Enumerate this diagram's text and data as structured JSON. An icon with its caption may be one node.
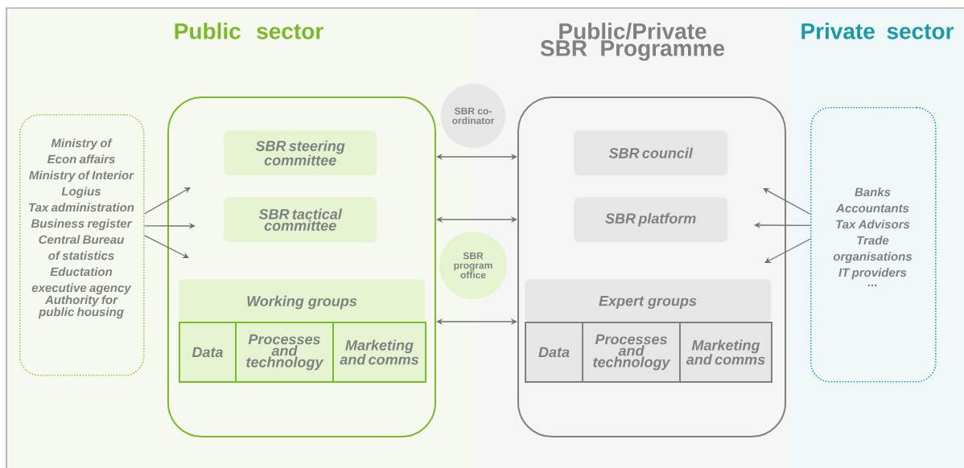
{
  "diagram": {
    "nodes": [
      {
        "text": [
          "Public sector"
        ]
      },
      {
        "text": [
          "Public/Private SBR Programme"
        ]
      },
      {
        "text": [
          "Private sector"
        ]
      },
      {
        "text": [
          "Ministry of Econ affairs",
          "Ministry of Interior",
          "Logius",
          "Tax administration",
          "Business register",
          "Central Bureau of statistics",
          "Eductation executive agency",
          "Authority for public housing"
        ],
        "in": 0
      },
      {
        "text": [],
        "shape": "box",
        "in": 0
      },
      {
        "text": [
          "SBR steering committee"
        ],
        "in": 4
      },
      {
        "text": [
          "SBR tactical committee"
        ],
        "in": 4
      },
      {
        "text": [
          "Working groups"
        ],
        "in": 4
      },
      {
        "text": [
          "Data"
        ],
        "in": 4
      },
      {
        "text": [
          "Processes and technology"
        ],
        "in": 4
      },
      {
        "text": [
          "Marketing and comms"
        ],
        "in": 4
      },
      {
        "text": [
          "SBR co-ordinator"
        ]
      },
      {
        "text": [
          "SBR program office"
        ]
      },
      {
        "text": [],
        "shape": "box",
        "in": 1
      },
      {
        "text": [
          "SBR council"
        ],
        "in": 13
      },
      {
        "text": [
          "SBR platform"
        ],
        "in": 13
      },
      {
        "text": [
          "Expert groups"
        ],
        "in": 13
      },
      {
        "text": [
          "Data"
        ],
        "in": 13
      },
      {
        "text": [
          "Processes and technology"
        ],
        "in": 13
      },
      {
        "text": [
          "Marketing and comms"
        ],
        "in": 13
      },
      {
        "text": [
          "Banks",
          "Accountants",
          "Tax Advisors",
          "Trade organisations",
          "IT providers",
          "..."
        ],
        "in": 2
      }
    ],
    "edges": [
      {
        "from": 3,
        "to": 4,
        "arrow": "to"
      },
      {
        "from": 3,
        "to": 4,
        "arrow": "to"
      },
      {
        "from": 3,
        "to": 4,
        "arrow": "to"
      },
      {
        "from": 4,
        "to": 13,
        "arrow": "both"
      },
      {
        "from": 4,
        "to": 13,
        "arrow": "both"
      },
      {
        "from": 4,
        "to": 13,
        "arrow": "both"
      },
      {
        "from": 20,
        "to": 13,
        "arrow": "to"
      },
      {
        "from": 20,
        "to": 13,
        "arrow": "to"
      },
      {
        "from": 20,
        "to": 13,
        "arrow": "to"
      }
    ]
  }
}
